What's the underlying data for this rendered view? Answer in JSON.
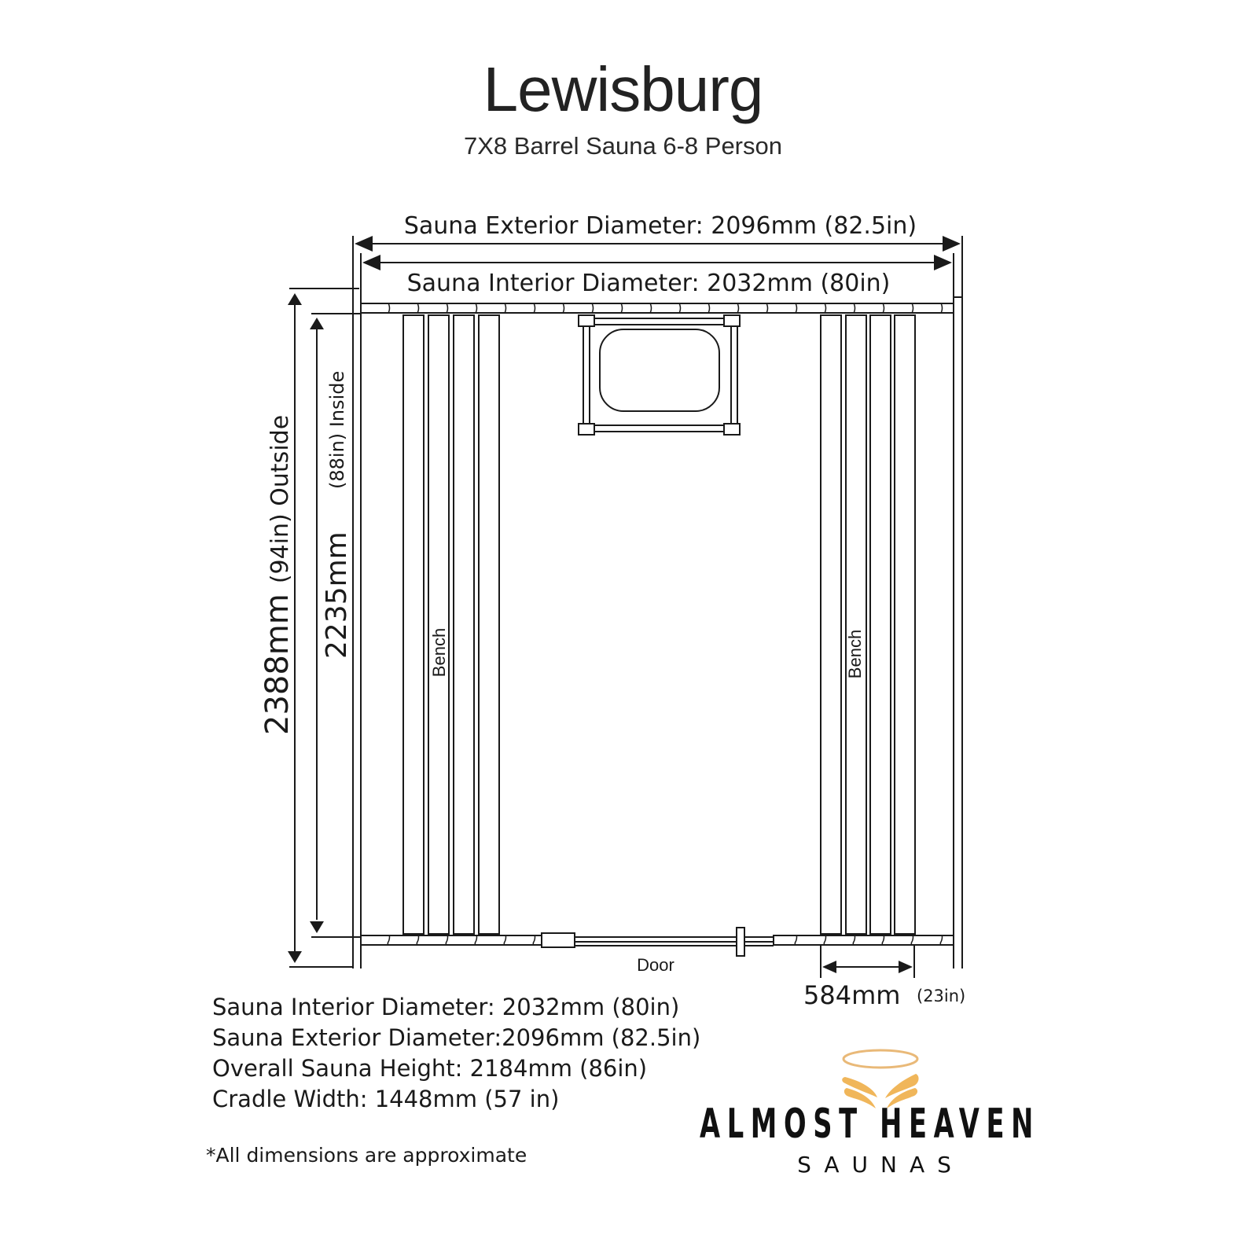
{
  "header": {
    "title": "Lewisburg",
    "subtitle": "7X8 Barrel Sauna 6-8 Person"
  },
  "dimensions": {
    "exterior_diameter_label": "Sauna Exterior Diameter: 2096mm (82.5in)",
    "interior_diameter_label": "Sauna Interior Diameter: 2032mm (80in)",
    "outside_length_mm": "2388mm",
    "outside_length_in": "(94in) Outside",
    "inside_length_mm": "2235mm",
    "inside_length_in": "(88in) Inside",
    "bench_width_mm": "584mm",
    "bench_width_in": "(23in)"
  },
  "labels": {
    "bench_left": "Bench",
    "bench_right": "Bench",
    "door": "Door"
  },
  "specs": [
    "Sauna Interior Diameter: 2032mm (80in)",
    "Sauna Exterior Diameter:2096mm (82.5in)",
    "Overall Sauna Height: 2184mm (86in)",
    "Cradle Width: 1448mm (57 in)"
  ],
  "footnote": "*All dimensions are approximate",
  "brand": {
    "name": "ALMOST HEAVEN",
    "sub": "SAUNAS",
    "logo_color": "#F0B65A",
    "halo_color": "#E9B978"
  },
  "colors": {
    "line": "#1a1a1a",
    "background": "#ffffff"
  }
}
